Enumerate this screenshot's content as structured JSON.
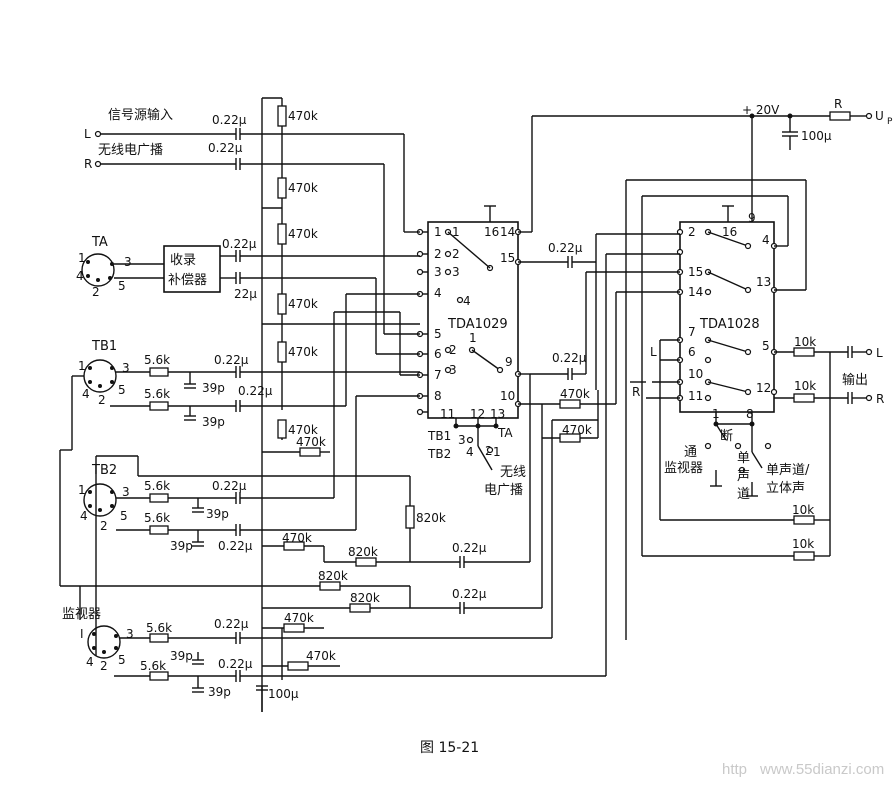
{
  "caption": "图 15-21",
  "watermark": {
    "prefix": "http",
    "domain": "www.55dianzi.com"
  },
  "inputs": {
    "signal_source": "信号源输入",
    "L": "L",
    "R": "R",
    "radio": "无线电广播"
  },
  "compensator": {
    "line1": "收录",
    "line2": "补偿器"
  },
  "connectors": {
    "TA": "TA",
    "TB1": "TB1",
    "TB2": "TB2",
    "monitor": "监视器",
    "monitor_pin1": "I"
  },
  "chips": {
    "left": "TDA1029",
    "right": "TDA1028"
  },
  "power": {
    "rail": "+ 20V",
    "resistor": "R",
    "supply": "U",
    "supply_sub": "P",
    "cap": "100μ"
  },
  "outputs": {
    "label": "输出",
    "L": "L",
    "R": "R"
  },
  "values": {
    "c022": "0.22μ",
    "c22": "22μ",
    "r470k": "470k",
    "r56k": "5.6k",
    "c39p": "39p",
    "c022b": "0.22μ",
    "r820k": "820k",
    "r10k": "10k",
    "c100": "100μ"
  },
  "switch_labels": {
    "tb1": "TB1",
    "tb2": "TB2",
    "ta": "TA",
    "radio": "无线",
    "radio2": "电广播",
    "monitor_a": "通",
    "monitor_b": "监视器",
    "break": "断",
    "mono_a": "单",
    "mono_b": "声",
    "mono_c": "道",
    "mono_stereo_a": "单声道/",
    "mono_stereo_b": "立体声"
  },
  "side_labels": {
    "L": "L",
    "R": "R"
  }
}
